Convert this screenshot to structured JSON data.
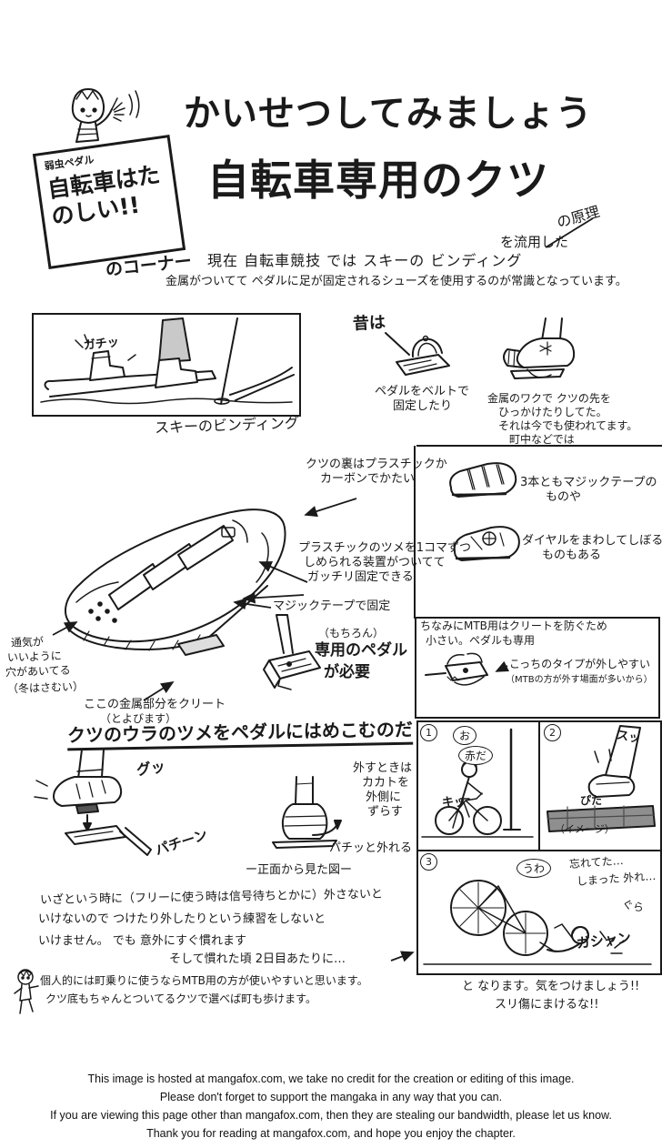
{
  "corner": {
    "series_label": "弱虫ペダル",
    "sign_text": "自転車はたのしい!!",
    "corner_label": "のコーナー"
  },
  "title": {
    "line1": "かいせつしてみましょう",
    "line2": "自転車専用のクツ",
    "suffix_note": "の原理",
    "insert_note": "を流用した"
  },
  "intro": {
    "line1": "現在 自転車競技 では スキーの ビンディング",
    "line2": "金属がついてて ペダルに足が固定されるシューズを使用するのが常識となっています。"
  },
  "ski": {
    "sfx": "ガチッ",
    "caption": "スキーのビンディング"
  },
  "old_days": {
    "heading": "昔は",
    "strap_caption_1": "ペダルをベルトで",
    "strap_caption_2": "固定したり",
    "clip_caption_1": "金属のワクで クツの先を",
    "clip_caption_2": "ひっかけたりしてた。",
    "clip_caption_3": "それは今でも使われてます。",
    "clip_caption_4": "町中などでは"
  },
  "shoe": {
    "sole_note_1": "クツの裏はプラスチックか",
    "sole_note_2": "カーボンでかたい",
    "ratchet_note_1": "プラスチックのツメを1コマずつ",
    "ratchet_note_2": "しめられる装置がついてて",
    "ratchet_note_3": "ガッチリ固定できる",
    "velcro_note": "マジックテープで固定",
    "vent_note_1": "通気が",
    "vent_note_2": "いいように",
    "vent_note_3": "穴があいてる",
    "vent_note_4": "（冬はさむい）",
    "cleat_note_1": "ここの金属部分をクリート",
    "cleat_note_2": "（とよびます）",
    "pedal_note_1": "（もちろん）",
    "pedal_note_2": "専用のペダル",
    "pedal_note_3": "が必要"
  },
  "variants": {
    "velcro_1": "3本ともマジックテープの",
    "velcro_2": "ものや",
    "dial_1": "ダイヤルをまわしてしぼる",
    "dial_2": "ものもある"
  },
  "mtb": {
    "line1": "ちなみにMTB用はクリートを防ぐため",
    "line2": "小さい。ペダルも専用",
    "note1": "こっちのタイプが外しやすい",
    "note2": "（MTBの方が外す場面が多いから）"
  },
  "clip_in": {
    "header": "クツのウラのツメをペダルにはめこむのだ",
    "sfx_push": "グッ",
    "sfx_snap": "パチーン",
    "release_1": "外すときは",
    "release_2": "カカトを",
    "release_3": "外側に",
    "release_4": "ずらす",
    "release_sfx": "パチッと外れる",
    "front_caption": "ー正面から見た図ー"
  },
  "comic": {
    "num1": "1",
    "num2": "2",
    "num3": "3",
    "p1_bubble1": "お",
    "p1_bubble2": "赤だ",
    "p1_sfx": "キッ",
    "p2_sfx1": "スッ",
    "p2_sfx2": "ぴた",
    "p2_note": "（イメージ）",
    "p3_bubble1": "うわ",
    "p3_line1": "忘れてた…",
    "p3_line2": "しまった 外れ…",
    "p3_sfx1": "ぐら",
    "p3_sfx2": "ガシャン",
    "outro_1": "と なります。気をつけましょう!!",
    "outro_2": "スリ傷にまけるな!!"
  },
  "practice": {
    "line1": "いざという時に（フリーに使う時は信号待ちとかに）外さないと",
    "line2": "いけないので つけたり外したりという練習をしないと",
    "line3": "いけません。 でも 意外にすぐ慣れます",
    "line4": "そして慣れた頃 2日目あたりに…"
  },
  "personal": {
    "line1": "個人的には町乗りに使うならMTB用の方が使いやすいと思います。",
    "line2": "クツ底もちゃんとついてるクツで選べば町も歩けます。"
  },
  "footer": {
    "line1": "This image is hosted at mangafox.com, we take no credit for the creation or editing of this image.",
    "line2": "Please don't forget to support the mangaka in any way that you can.",
    "line3": "If you are viewing this page other than mangafox.com, then they are stealing our bandwidth, please let us know.",
    "line4": "Thank you for reading at mangafox.com, and hope you enjoy the chapter."
  }
}
